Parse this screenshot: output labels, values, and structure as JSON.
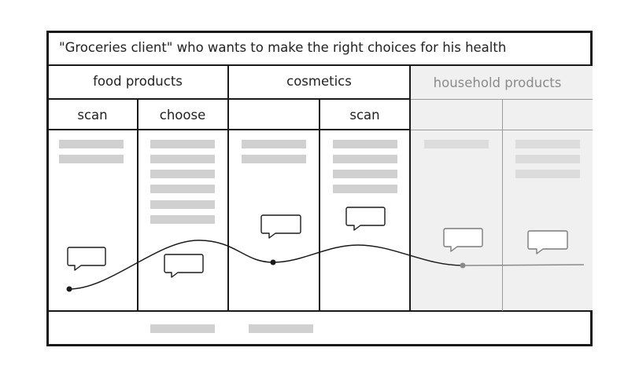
{
  "title": "\"Groceries client\" who wants to make the right choices for his health",
  "categories": [
    {
      "label": "food products"
    },
    {
      "label": "cosmetics"
    },
    {
      "label": "household products"
    }
  ],
  "steps": [
    {
      "label": "scan"
    },
    {
      "label": "choose"
    },
    {
      "label": ""
    },
    {
      "label": "scan"
    },
    {
      "label": ""
    },
    {
      "label": ""
    }
  ],
  "colors": {
    "frame": "#1a1a1a",
    "placeholder": "#d0d0d0",
    "muted_panel": "#f0f0f0",
    "muted_text": "#8a8a8a"
  }
}
